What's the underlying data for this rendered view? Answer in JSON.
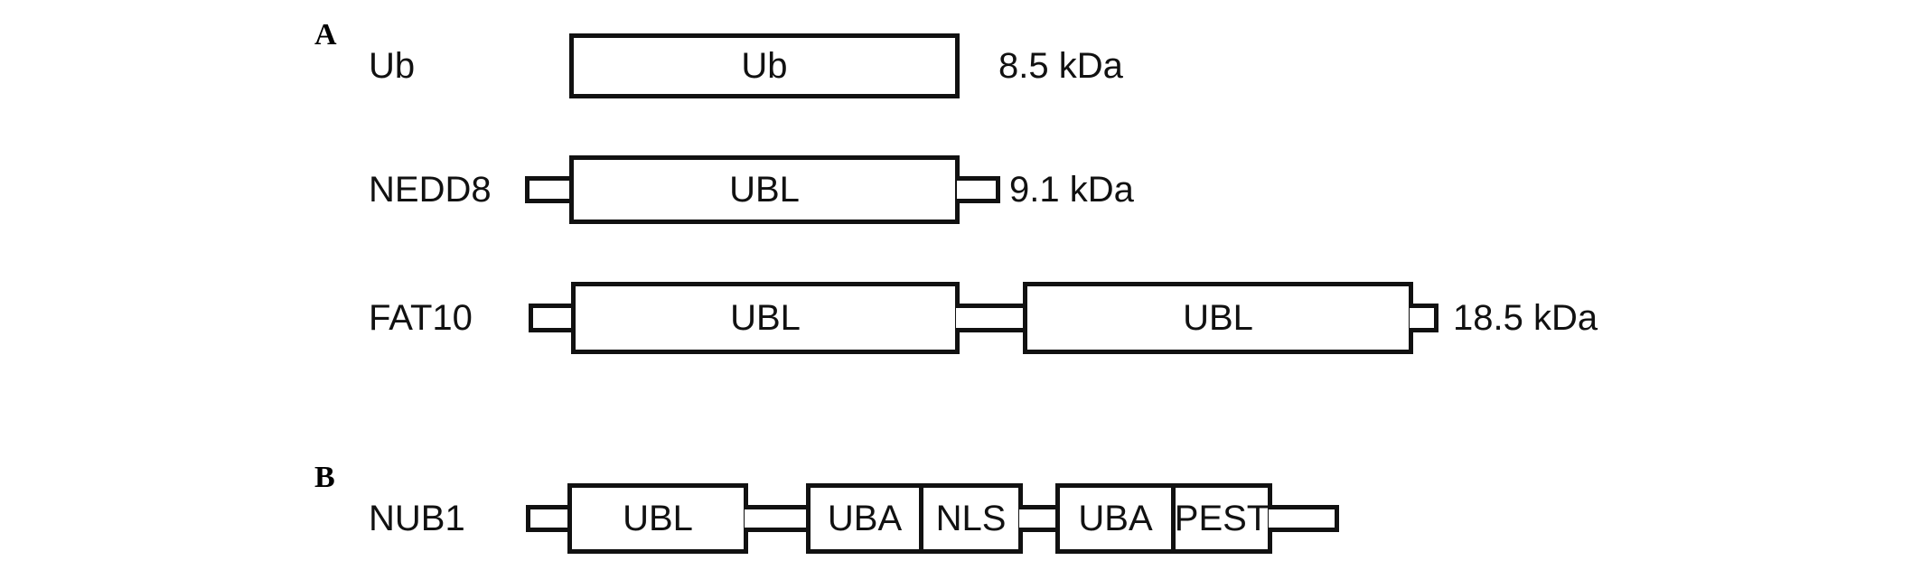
{
  "figure": {
    "background_color": "#ffffff",
    "stroke_color": "#111111"
  },
  "panels": [
    {
      "letter": "A",
      "rows": [
        {
          "name": "Ub",
          "mass": "8.5  kDa",
          "domains": [
            {
              "label": "Ub"
            }
          ],
          "n_terminal_tail": false,
          "c_terminal_tail": false
        },
        {
          "name": "NEDD8",
          "mass": "9.1 kDa",
          "domains": [
            {
              "label": "UBL"
            }
          ],
          "n_terminal_tail": true,
          "c_terminal_tail": true
        },
        {
          "name": "FAT10",
          "mass": "18.5  kDa",
          "domains": [
            {
              "label": "UBL"
            },
            {
              "label": "UBL"
            }
          ],
          "n_terminal_tail": true,
          "c_terminal_tail": true
        }
      ]
    },
    {
      "letter": "B",
      "rows": [
        {
          "name": "NUB1",
          "mass": "",
          "domains": [
            {
              "label": "UBL"
            },
            {
              "label": "UBA"
            },
            {
              "label": "NLS"
            },
            {
              "label": "UBA"
            },
            {
              "label": "PEST"
            }
          ],
          "n_terminal_tail": true,
          "c_terminal_tail": true
        }
      ]
    }
  ],
  "labels": {
    "panel_a": "A",
    "panel_b": "B",
    "ub_name": "Ub",
    "ub_domain": "Ub",
    "ub_mass": "8.5  kDa",
    "nedd8_name": "NEDD8",
    "nedd8_domain": "UBL",
    "nedd8_mass": "9.1 kDa",
    "fat10_name": "FAT10",
    "fat10_domain_1": "UBL",
    "fat10_domain_2": "UBL",
    "fat10_mass": "18.5  kDa",
    "nub1_name": "NUB1",
    "nub1_domain_1": "UBL",
    "nub1_domain_2": "UBA",
    "nub1_domain_3": "NLS",
    "nub1_domain_4": "UBA",
    "nub1_domain_5": "PEST"
  }
}
